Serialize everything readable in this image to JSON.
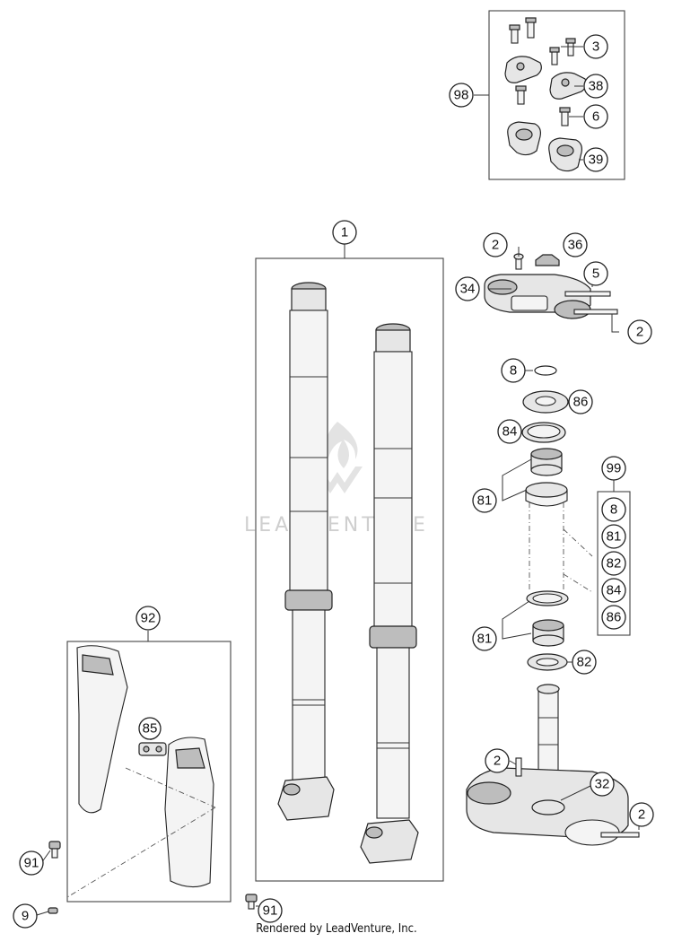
{
  "watermark": {
    "text": "LEADVENTURE"
  },
  "footer": {
    "credit": "Rendered by LeadVenture, Inc."
  },
  "callouts": {
    "c1": "1",
    "c2a": "2",
    "c2b": "2",
    "c2c": "2",
    "c2d": "2",
    "c3": "3",
    "c5": "5",
    "c6": "6",
    "c8a": "8",
    "c8b": "8",
    "c9": "9",
    "c32": "32",
    "c34": "34",
    "c36": "36",
    "c38": "38",
    "c39": "39",
    "c81a": "81",
    "c81b": "81",
    "c81c": "81",
    "c82a": "82",
    "c82b": "82",
    "c84a": "84",
    "c84b": "84",
    "c85": "85",
    "c86a": "86",
    "c86b": "86",
    "c91a": "91",
    "c91b": "91",
    "c92": "92",
    "c98": "98",
    "c99": "99"
  }
}
